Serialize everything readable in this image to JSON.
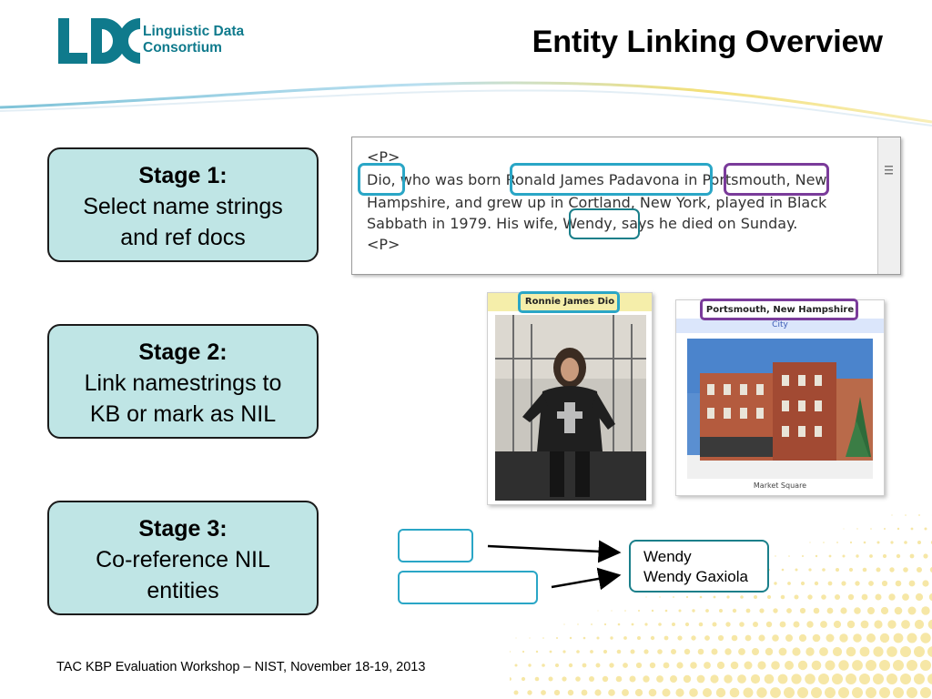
{
  "header": {
    "logo_line1": "Linguistic Data",
    "logo_line2": "Consortium",
    "title": "Entity Linking Overview"
  },
  "stages": [
    {
      "label": "Stage 1:",
      "desc_line1": "Select name strings",
      "desc_line2": "and ref docs"
    },
    {
      "label": "Stage 2:",
      "desc_line1": "Link namestrings to",
      "desc_line2": "KB or mark as NIL"
    },
    {
      "label": "Stage 3:",
      "desc_line1": "Co-reference NIL",
      "desc_line2": "entities"
    }
  ],
  "document": {
    "p_tag_open": "<P>",
    "line1": "Dio, who was born Ronald James Padavona in Portsmouth, New",
    "line2": "Hampshire, and grew up in Cortland, New York, played in Black",
    "line3": "Sabbath in 1979. His wife, Wendy, says he died on Sunday.",
    "p_tag_close": "<P>",
    "mentions": [
      {
        "text": "Dio,",
        "color": "#2aa6c6"
      },
      {
        "text": "Ronald James Padavona",
        "color": "#2aa6c6"
      },
      {
        "text": "Portsmouth,",
        "color": "#7a3b9a"
      },
      {
        "text": "Wendy,",
        "color": "#1a7f8a"
      }
    ]
  },
  "kb_cards": [
    {
      "title": "Ronnie James Dio",
      "highlight_color": "#2aa6c6",
      "icon": "person-photo"
    },
    {
      "title": "Portsmouth, New Hampshire",
      "subtitle": "City",
      "caption": "Market Square",
      "highlight_color": "#7a3b9a",
      "icon": "building-photo"
    }
  ],
  "coref": {
    "nil_line1": "Wendy",
    "nil_line2": "Wendy Gaxiola"
  },
  "footer": "TAC KBP Evaluation Workshop – NIST, November 18-19, 2013",
  "colors": {
    "brand_teal": "#0f7a8c",
    "stage_fill": "#bfe5e5",
    "mention_blue": "#2aa6c6",
    "mention_purple": "#7a3b9a",
    "dot_yellow": "#f6e7a6"
  }
}
